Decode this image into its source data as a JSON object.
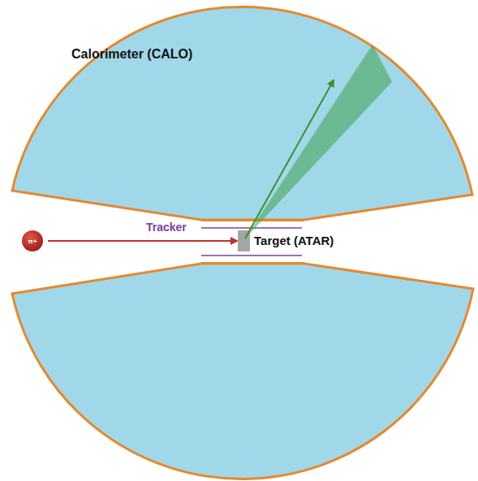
{
  "diagram": {
    "nodes": [
      {
        "text": [
          "Calorimeter (CALO)"
        ]
      },
      {
        "text": [
          "π+"
        ]
      },
      {
        "text": [
          "Target (ATAR)"
        ]
      }
    ],
    "edges": [
      {
        "from": 1,
        "to": 2,
        "arrow": "to"
      }
    ],
    "labels": [
      "Tracker"
    ]
  }
}
